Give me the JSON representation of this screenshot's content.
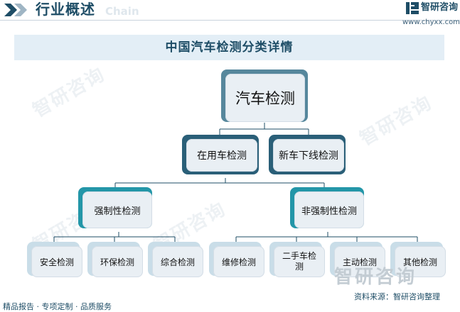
{
  "header": {
    "title": "行业概述",
    "subtitle_en": "Chain",
    "brand_name": "智研咨询",
    "brand_url": "www.chyxx.com"
  },
  "chart_title": "中国汽车检测分类详情",
  "tree": {
    "root": "汽车检测",
    "level1": [
      "在用车检测",
      "新车下线检测"
    ],
    "level2": [
      "强制性检测",
      "非强制性检测"
    ],
    "level3_mandatory": [
      "安全检测",
      "环保检测",
      "综合检测"
    ],
    "level3_optional": [
      "维修检测",
      "二手车检测",
      "主动检测",
      "其他检测"
    ]
  },
  "watermark": "智研咨询",
  "footer": {
    "left": "精品报告 · 专项定制 · 品质服务",
    "right": "资料来源：智研咨询整理"
  },
  "colors": {
    "brand": "#1e4d66",
    "node_dark": "#2a5f78",
    "node_teal": "#2396a8",
    "node_pale": "#c9dde8",
    "node_face": "#e9eff4"
  }
}
